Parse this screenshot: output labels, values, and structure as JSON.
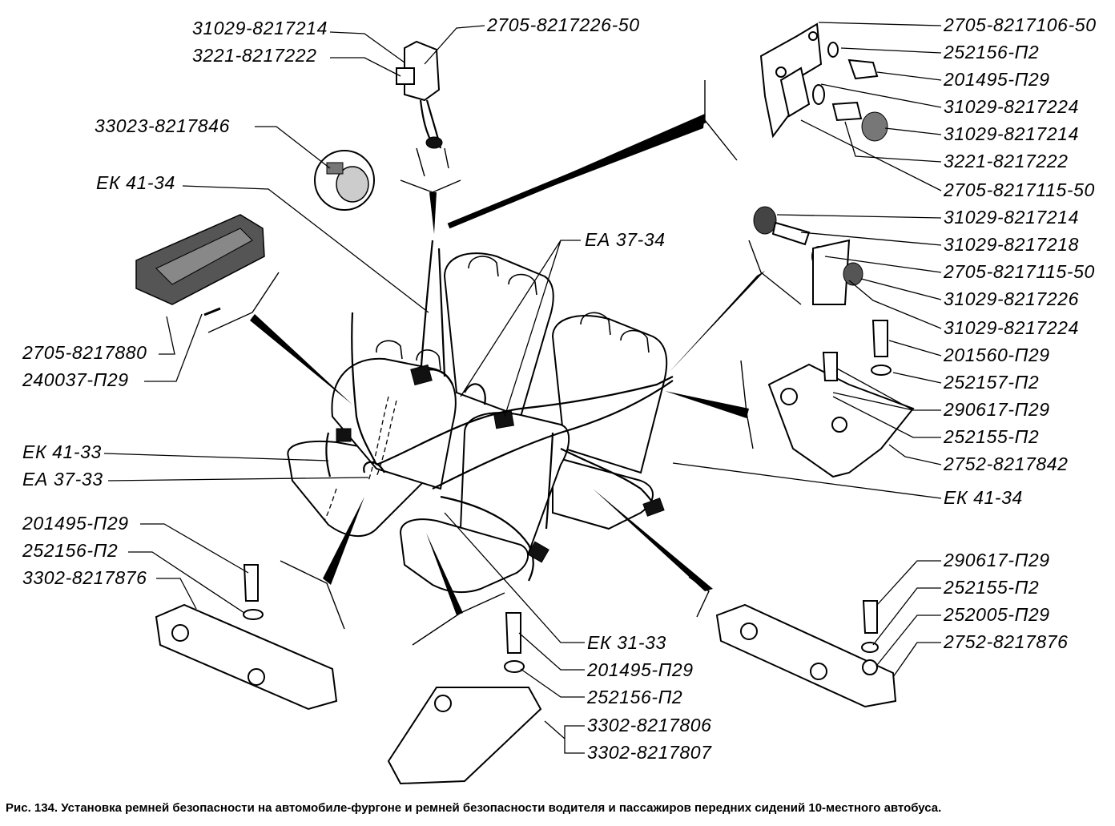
{
  "labels": [
    "31029-8217214",
    "3221-8217222",
    "2705-8217226-50",
    "33023-8217846",
    "ЕК 41-34",
    "2705-8217880",
    "240037-П29",
    "ЕА 37-34",
    "ЕК 41-33",
    "ЕА 37-33",
    "201495-П29",
    "252156-П2",
    "3302-8217876",
    "2705-8217106-50",
    "252156-П2",
    "201495-П29",
    "31029-8217224",
    "31029-8217214",
    "3221-8217222",
    "2705-8217115-50",
    "31029-8217214",
    "31029-8217218",
    "2705-8217115-50",
    "31029-8217226",
    "31029-8217224",
    "201560-П29",
    "252157-П2",
    "290617-П29",
    "252155-П2",
    "2752-8217842",
    "ЕК 41-34",
    "290617-П29",
    "252155-П2",
    "252005-П29",
    "2752-8217876",
    "ЕК 31-33",
    "201495-П29",
    "252156-П2",
    "3302-8217806",
    "3302-8217807"
  ],
  "caption": "Рис. 134. Установка ремней безопасности на автомобиле-фургоне и ремней безопасности водителя и пассажиров передних сидений 10-местного автобуса."
}
